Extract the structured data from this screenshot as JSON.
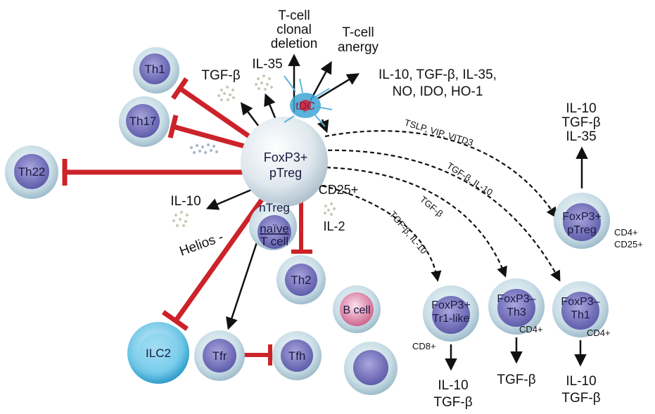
{
  "colors": {
    "inhibit": "#cc2229",
    "arrow": "#111111",
    "cell_fill": "#c9dde6",
    "nucleus": "#6e6bb8",
    "tdc": "#3ea6d6",
    "ilc2": "#5cbde0",
    "bcell_nucleus": "#c6457b"
  },
  "cells": {
    "th1": "Th1",
    "th17": "Th17",
    "th22": "Th22",
    "th2": "Th2",
    "ilc2": "ILC2",
    "tfr": "Tfr",
    "tfh": "Tfh",
    "bcell": "B cell",
    "tdc": "tDC",
    "center_line1": "FoxP3+",
    "center_line2": "pTreg",
    "naive_line1": "naïve",
    "naive_line2": "T cell",
    "nTreg": "nTreg",
    "right_pTreg_line1": "FoxP3+",
    "right_pTreg_line2": "pTreg",
    "tr1_line1": "FoxP3+",
    "tr1_line2": "Tr1-like",
    "th3_line1": "FoxP3–",
    "th3_line2": "Th3",
    "th1b_line1": "FoxP3–",
    "th1b_line2": "Th1"
  },
  "labels": {
    "tcell_deletion": [
      "T-cell",
      "clonal",
      "deletion"
    ],
    "tcell_anergy": [
      "T-cell",
      "anergy"
    ],
    "il35_top": "IL-35",
    "tgfb_top": "TGF-β",
    "mediators": [
      "IL-10, TGF-β, IL-35,",
      "NO, IDO, HO-1"
    ],
    "right_top_cytokines": [
      "IL-10",
      "TGF-β",
      "IL-35"
    ],
    "tslp": "TSLP, VIP, VITD3",
    "tgfb_il10_a": "TGF-β, IL-10",
    "tgfb_mid": "TGF-β",
    "tgfb_il10_b": "TGF-β, IL-10",
    "cd25": "CD25+",
    "il2": "IL-2",
    "il10_left": "IL-10",
    "helios": "Helios -",
    "cd4_cd25": [
      "CD4+",
      "CD25+"
    ],
    "cd8": "CD8+",
    "cd4_th3": "CD4+",
    "cd4_th1": "CD4+",
    "tr1_out": [
      "IL-10",
      "TGF-β"
    ],
    "th3_out": "TGF-β",
    "th1_out": [
      "IL-10",
      "TGF-β"
    ]
  }
}
